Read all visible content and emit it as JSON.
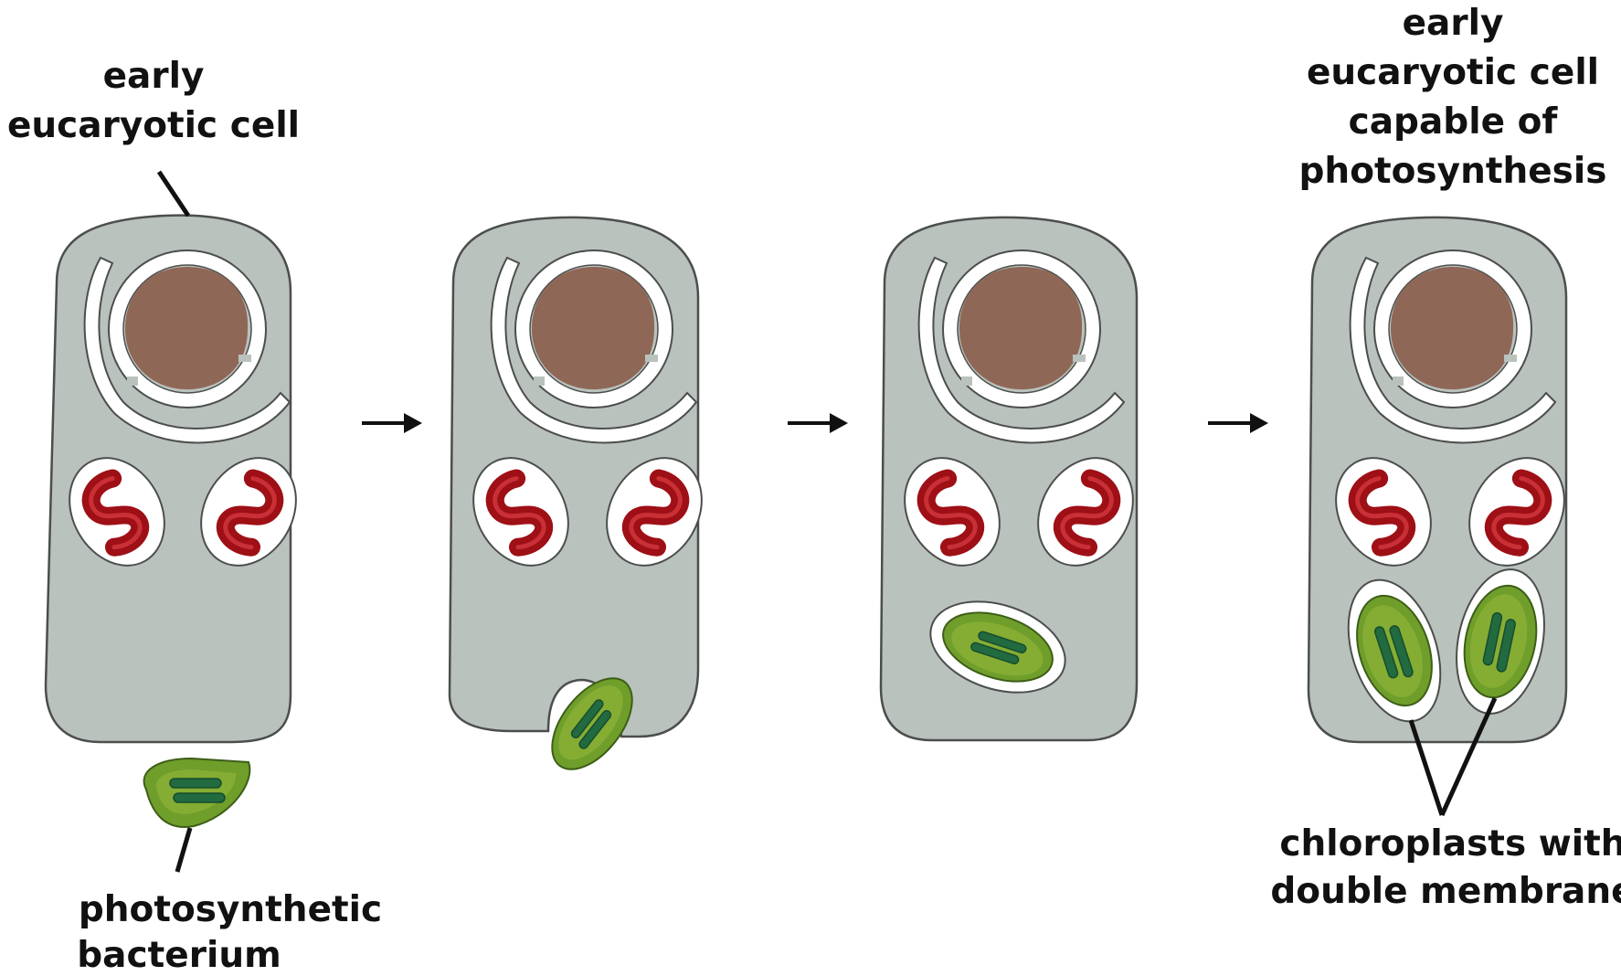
{
  "labels": {
    "early_cell": [
      "early",
      "eucaryotic cell"
    ],
    "photosynthetic_bacterium": [
      "photosynthetic",
      "bacterium"
    ],
    "photosynthetic_cell": [
      "early",
      "eucaryotic cell",
      "capable of",
      "photosynthesis"
    ],
    "chloroplasts": [
      "chloroplasts with",
      "double membrane"
    ]
  },
  "colors": {
    "cytoplasm": "#b9c2bc",
    "nucleus": "#8f6757",
    "mitochondria": "#9e0f16",
    "chloroplast": "#6f9e2b",
    "thylakoid": "#226a40"
  },
  "stages": 4,
  "arrows": 3
}
